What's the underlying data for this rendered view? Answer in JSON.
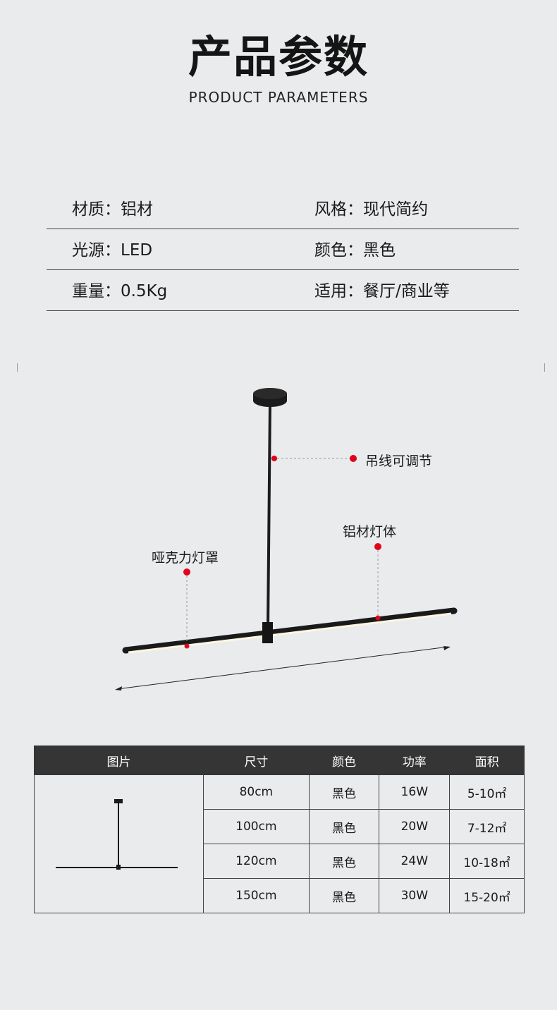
{
  "header": {
    "title": "产品参数",
    "subtitle": "PRODUCT PARAMETERS"
  },
  "params": [
    {
      "left": "材质：铝材",
      "right": "风格：现代简约"
    },
    {
      "left": "光源：LED",
      "right": "颜色：黑色"
    },
    {
      "left": "重量：0.5Kg",
      "right": "适用：餐厅/商业等"
    }
  ],
  "callouts": {
    "wire": "吊线可调节",
    "body": "铝材灯体",
    "shade": "哑克力灯罩"
  },
  "colors": {
    "background": "#e9ebed",
    "marker": "#e3001b",
    "header_bg": "#353535"
  },
  "spec_table": {
    "headers": [
      "图片",
      "尺寸",
      "颜色",
      "功率",
      "面积"
    ],
    "rows": [
      [
        "80cm",
        "黑色",
        "16W",
        "5-10㎡"
      ],
      [
        "100cm",
        "黑色",
        "20W",
        "7-12㎡"
      ],
      [
        "120cm",
        "黑色",
        "24W",
        "10-18㎡"
      ],
      [
        "150cm",
        "黑色",
        "30W",
        "15-20㎡"
      ]
    ]
  }
}
